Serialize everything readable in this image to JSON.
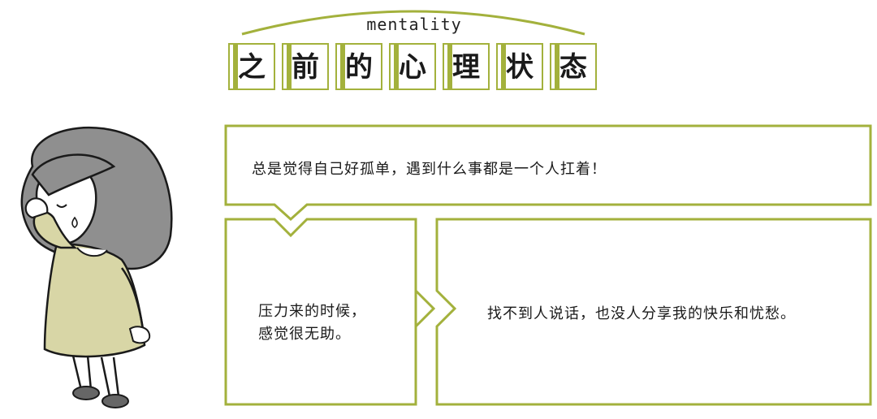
{
  "header": {
    "subtitle": "mentality",
    "title_chars": [
      "之",
      "前",
      "的",
      "心",
      "理",
      "状",
      "态"
    ]
  },
  "boxes": {
    "top_text": "总是觉得自己好孤单，遇到什么事都是一个人扛着！",
    "left_line1": "压力来的时候，",
    "left_line2": "感觉很无助。",
    "right_text": "找不到人说话，也没人分享我的快乐和忧愁。"
  },
  "colors": {
    "accent": "#a3b13c",
    "hair": "#8f8f8f",
    "dress": "#d8d6a6",
    "outline": "#1a1a1a"
  }
}
